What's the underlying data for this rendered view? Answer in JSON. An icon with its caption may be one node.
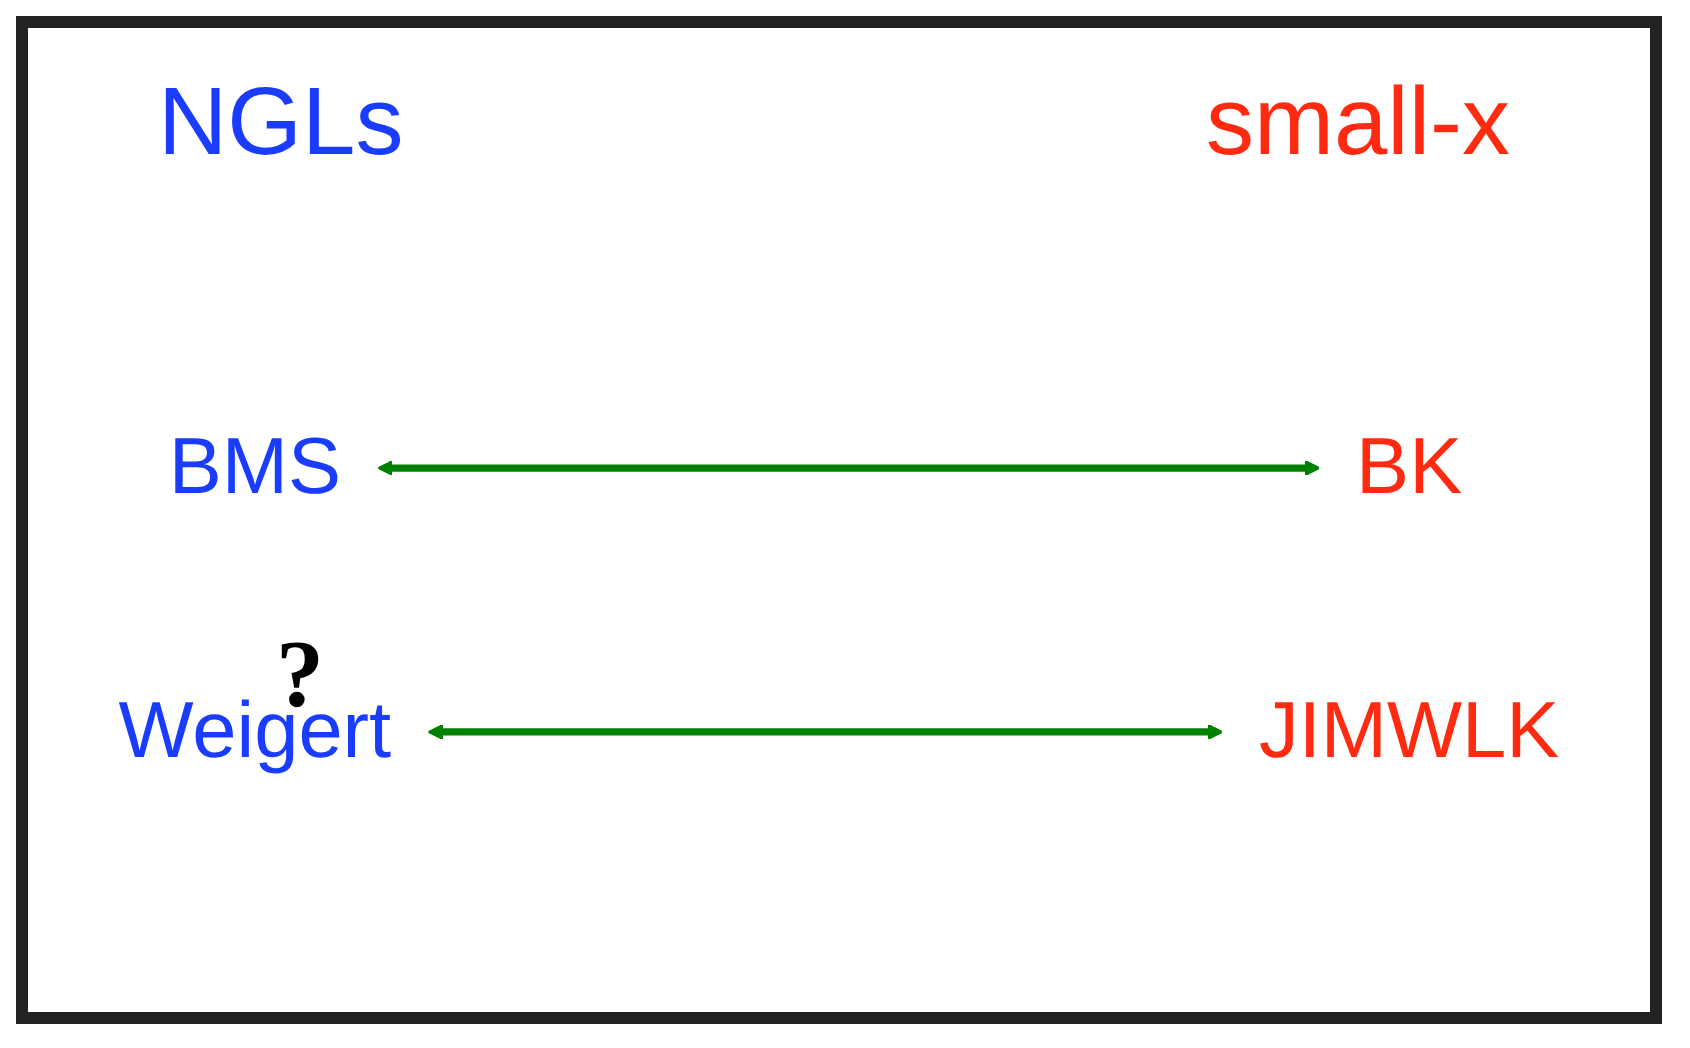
{
  "diagram": {
    "nodes": [
      {
        "text": [
          "BMS"
        ]
      },
      {
        "text": [
          "BK"
        ]
      },
      {
        "text": [
          "Weigert"
        ]
      },
      {
        "text": [
          "JIMWLK"
        ]
      }
    ],
    "edges": [
      {
        "from": 0,
        "to": 1,
        "arrow": "both"
      },
      {
        "from": 2,
        "to": 3,
        "arrow": "both"
      }
    ],
    "labels": [
      "NGLs",
      "small-x",
      "?"
    ]
  }
}
